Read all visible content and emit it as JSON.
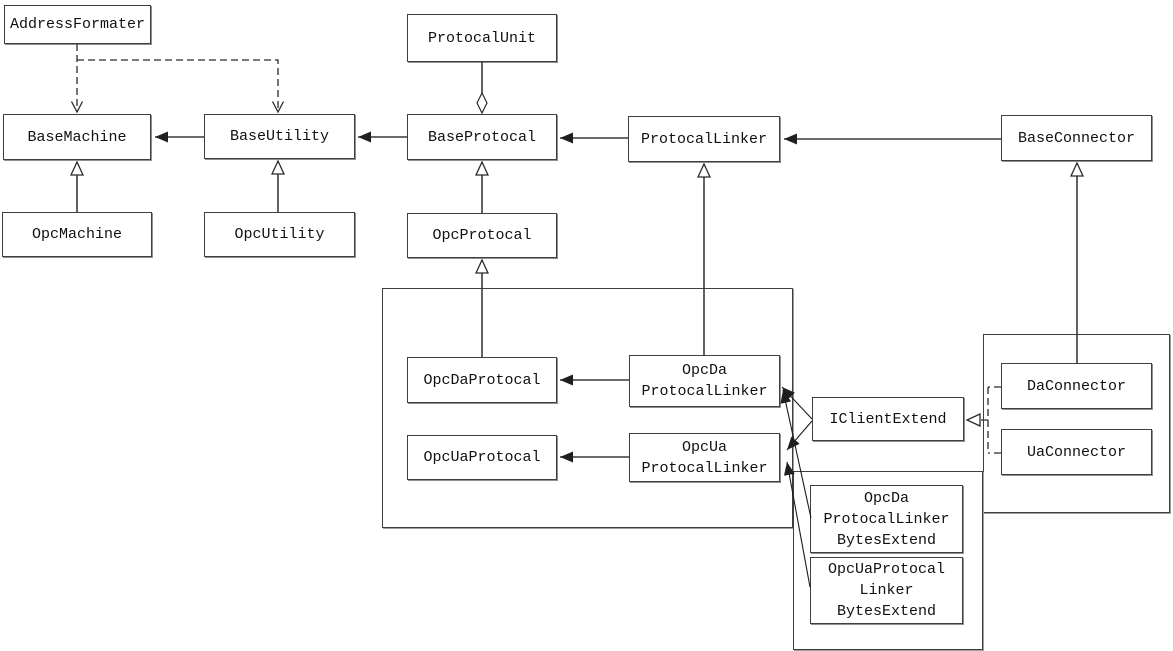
{
  "diagram": {
    "kind": "uml-class-diagram",
    "nodes": {
      "address_formater": "AddressFormater",
      "protocal_unit": "ProtocalUnit",
      "base_machine": "BaseMachine",
      "base_utility": "BaseUtility",
      "base_protocal": "BaseProtocal",
      "protocal_linker": "ProtocalLinker",
      "base_connector": "BaseConnector",
      "opc_machine": "OpcMachine",
      "opc_utility": "OpcUtility",
      "opc_protocal": "OpcProtocal",
      "opc_da_protocal": "OpcDaProtocal",
      "opc_da_protocal_linker": "OpcDa\nProtocalLinker",
      "opc_ua_protocal": "OpcUaProtocal",
      "opc_ua_protocal_linker": "OpcUa\nProtocalLinker",
      "i_client_extend": "IClientExtend",
      "da_connector": "DaConnector",
      "ua_connector": "UaConnector",
      "opc_da_protocal_linker_bytes_extend": "OpcDa\nProtocalLinker\nBytesExtend",
      "opc_ua_protocal_linker_bytes_extend": "OpcUaProtocal\nLinker\nBytesExtend"
    },
    "edges": [
      {
        "from": "AddressFormater",
        "to": "BaseMachine",
        "type": "dependency-dashed"
      },
      {
        "from": "AddressFormater",
        "to": "BaseUtility",
        "type": "dependency-dashed"
      },
      {
        "from": "BaseUtility",
        "to": "BaseMachine",
        "type": "association"
      },
      {
        "from": "BaseProtocal",
        "to": "BaseUtility",
        "type": "association"
      },
      {
        "from": "ProtocalLinker",
        "to": "BaseProtocal",
        "type": "association"
      },
      {
        "from": "BaseConnector",
        "to": "ProtocalLinker",
        "type": "association"
      },
      {
        "from": "ProtocalUnit",
        "to": "BaseProtocal",
        "type": "aggregation"
      },
      {
        "from": "OpcMachine",
        "to": "BaseMachine",
        "type": "generalization"
      },
      {
        "from": "OpcUtility",
        "to": "BaseUtility",
        "type": "generalization"
      },
      {
        "from": "OpcProtocal",
        "to": "BaseProtocal",
        "type": "generalization"
      },
      {
        "from": "OpcDaProtocal",
        "to": "OpcProtocal",
        "type": "generalization"
      },
      {
        "from": "OpcDaProtocalLinker",
        "to": "ProtocalLinker",
        "type": "generalization"
      },
      {
        "from": "DaConnector",
        "to": "BaseConnector",
        "type": "generalization"
      },
      {
        "from": "OpcDaProtocalLinker",
        "to": "OpcDaProtocal",
        "type": "association"
      },
      {
        "from": "OpcUaProtocalLinker",
        "to": "OpcUaProtocal",
        "type": "association"
      },
      {
        "from": "IClientExtend",
        "to": "OpcDaProtocalLinker",
        "type": "association"
      },
      {
        "from": "IClientExtend",
        "to": "OpcUaProtocalLinker",
        "type": "association"
      },
      {
        "from": "OpcDaProtocalLinkerBytesExtend",
        "to": "OpcDaProtocalLinker",
        "type": "association"
      },
      {
        "from": "OpcUaProtocalLinkerBytesExtend",
        "to": "OpcUaProtocalLinker",
        "type": "association"
      },
      {
        "from": "DaConnector",
        "to": "IClientExtend",
        "type": "realization-dashed"
      },
      {
        "from": "UaConnector",
        "to": "IClientExtend",
        "type": "realization-dashed"
      }
    ],
    "colors": {
      "background": "#ffffff",
      "line": "#3a3a3a",
      "box_border": "#3f3f3f",
      "box_shadow": "#8f8f8f"
    }
  }
}
